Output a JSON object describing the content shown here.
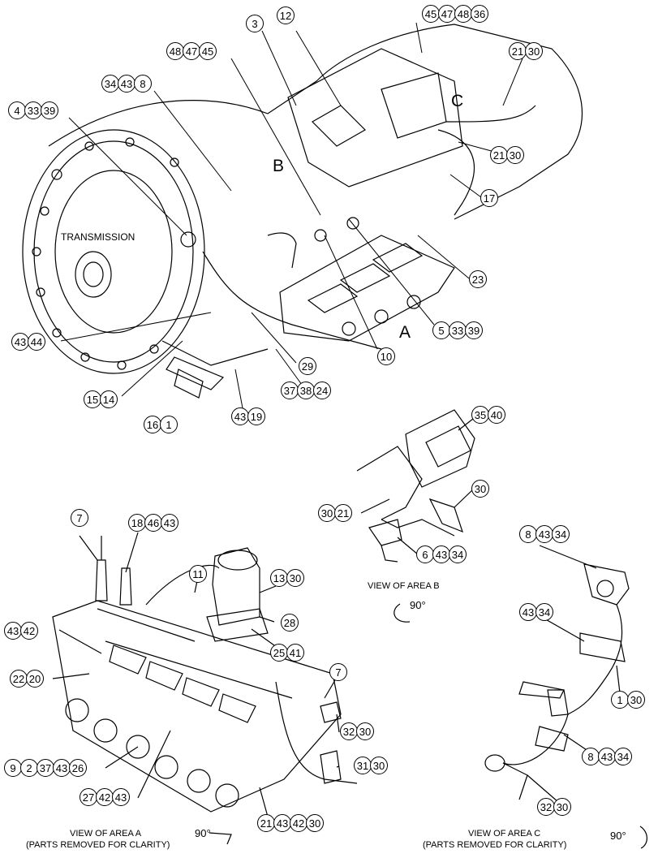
{
  "labels": {
    "transmission": "TRANSMISSION",
    "area_a": "A",
    "area_b": "B",
    "area_c": "C",
    "view_a_line1": "VIEW OF AREA A",
    "view_a_line2": "(PARTS REMOVED FOR CLARITY)",
    "view_b": "VIEW OF AREA B",
    "view_c_line1": "VIEW OF AREA C",
    "view_c_line2": "(PARTS REMOVED FOR CLARITY)",
    "rotation_a": "90°",
    "rotation_b": "90°",
    "rotation_c": "90°"
  },
  "callouts": {
    "c01": [
      "3"
    ],
    "c02": [
      "12"
    ],
    "c03": [
      "45",
      "47",
      "48",
      "36"
    ],
    "c04": [
      "21",
      "30"
    ],
    "c05": [
      "48",
      "47",
      "45"
    ],
    "c06": [
      "34",
      "43",
      "8"
    ],
    "c07": [
      "4",
      "33",
      "39"
    ],
    "c08": [
      "21",
      "30"
    ],
    "c09": [
      "17"
    ],
    "c10": [
      "23"
    ],
    "c11": [
      "5",
      "33",
      "39"
    ],
    "c12": [
      "10"
    ],
    "c13": [
      "43",
      "44"
    ],
    "c14": [
      "29"
    ],
    "c15": [
      "37",
      "38",
      "24"
    ],
    "c16": [
      "15",
      "14"
    ],
    "c17": [
      "43",
      "19"
    ],
    "c18": [
      "16",
      "1"
    ],
    "c19": [
      "35",
      "40"
    ],
    "c20": [
      "30"
    ],
    "c21": [
      "30",
      "21"
    ],
    "c22": [
      "6",
      "43",
      "34"
    ],
    "c23": [
      "7"
    ],
    "c24": [
      "18",
      "46",
      "43"
    ],
    "c25": [
      "11"
    ],
    "c26": [
      "13",
      "30"
    ],
    "c27": [
      "28"
    ],
    "c28": [
      "43",
      "42"
    ],
    "c29": [
      "25",
      "41"
    ],
    "c30": [
      "22",
      "20"
    ],
    "c31": [
      "7"
    ],
    "c32": [
      "32",
      "30"
    ],
    "c33": [
      "9",
      "2",
      "37",
      "43",
      "26"
    ],
    "c34": [
      "31",
      "30"
    ],
    "c35": [
      "27",
      "42",
      "43"
    ],
    "c36": [
      "21",
      "43",
      "42",
      "30"
    ],
    "c37": [
      "8",
      "43",
      "34"
    ],
    "c38": [
      "43",
      "34"
    ],
    "c39": [
      "1",
      "30"
    ],
    "c40": [
      "8",
      "43",
      "34"
    ],
    "c41": [
      "32",
      "30"
    ]
  }
}
